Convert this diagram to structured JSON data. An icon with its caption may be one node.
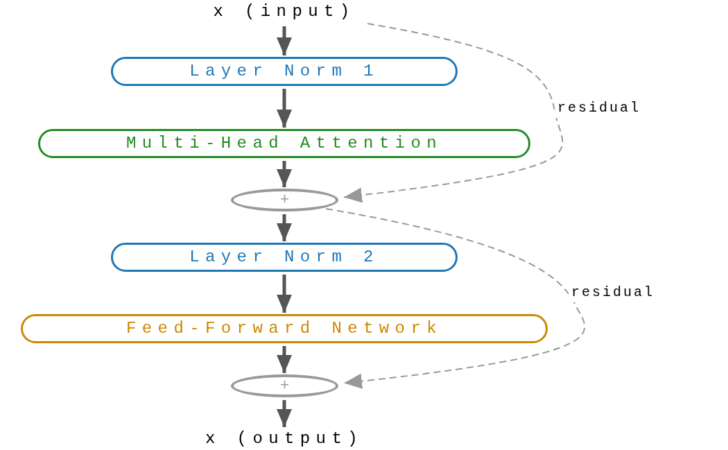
{
  "diagram": {
    "nodes": [
      {
        "text": [
          "x (input)"
        ]
      },
      {
        "text": [
          "Layer Norm 1"
        ]
      },
      {
        "text": [
          "Multi-Head Attention"
        ]
      },
      {
        "text": [
          "+"
        ]
      },
      {
        "text": [
          "Layer Norm 2"
        ]
      },
      {
        "text": [
          "Feed-Forward Network"
        ]
      },
      {
        "text": [
          "+"
        ]
      },
      {
        "text": [
          "x (output)"
        ]
      }
    ],
    "edges": [
      {
        "from": 0,
        "to": 1,
        "arrow": "to"
      },
      {
        "from": 1,
        "to": 2,
        "arrow": "to"
      },
      {
        "from": 2,
        "to": 3,
        "arrow": "to"
      },
      {
        "from": 3,
        "to": 4,
        "arrow": "to"
      },
      {
        "from": 4,
        "to": 5,
        "arrow": "to"
      },
      {
        "from": 5,
        "to": 6,
        "arrow": "to"
      },
      {
        "from": 6,
        "to": 7,
        "arrow": "to"
      },
      {
        "from": 0,
        "to": 3,
        "arrow": "to",
        "label": "residual",
        "style": "dashed",
        "color": "#999999"
      },
      {
        "from": 3,
        "to": 6,
        "arrow": "to",
        "label": "residual",
        "style": "dashed",
        "color": "#999999"
      }
    ]
  }
}
